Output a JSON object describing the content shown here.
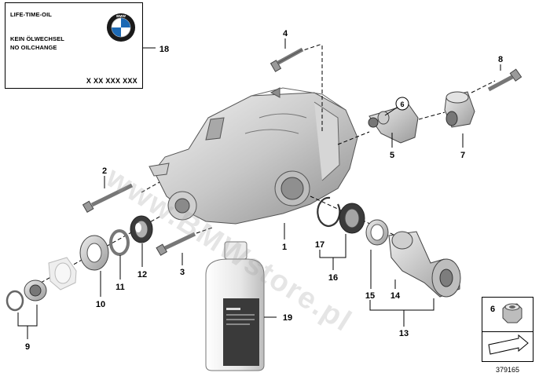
{
  "label_box": {
    "line1": "LIFE-TIME-OIL",
    "line2": "KEIN ÖLWECHSEL",
    "line3": "NO OILCHANGE",
    "part_number": "X XX XXX XXX"
  },
  "logo_text": "BMW",
  "watermark": "www.BMWstore.pl",
  "callouts": {
    "n1": "1",
    "n2": "2",
    "n3": "3",
    "n4": "4",
    "n5": "5",
    "n6": "6",
    "n7": "7",
    "n8": "8",
    "n9": "9",
    "n10": "10",
    "n11": "11",
    "n12": "12",
    "n13": "13",
    "n14": "14",
    "n15": "15",
    "n16": "16",
    "n17": "17",
    "n18": "18",
    "n19": "19",
    "legend6": "6"
  },
  "diagram_number": "379165",
  "colors": {
    "part_fill": "#d9d9d9",
    "part_dark": "#9c9c9c",
    "line": "#000000"
  }
}
